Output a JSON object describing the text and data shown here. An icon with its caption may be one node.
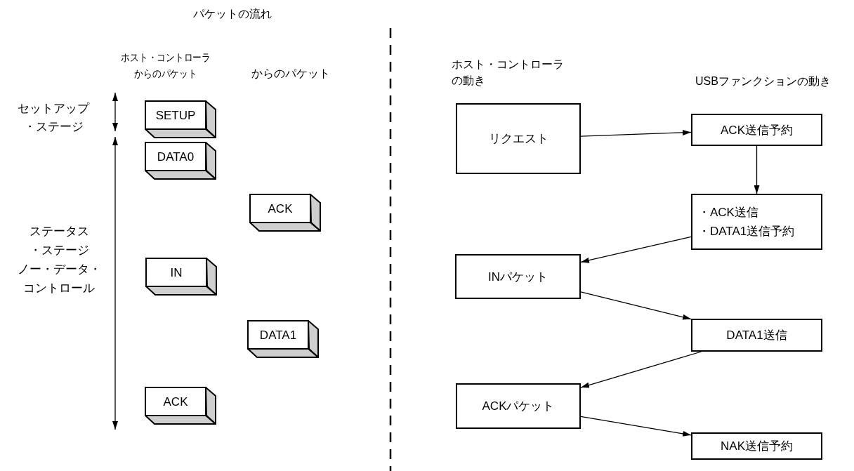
{
  "diagram": {
    "title": "パケットの流れ",
    "nodes": [
      {
        "text": [
          "SETUP"
        ]
      },
      {
        "text": [
          "DATA0"
        ]
      },
      {
        "text": [
          "ACK"
        ]
      },
      {
        "text": [
          "IN"
        ]
      },
      {
        "text": [
          "DATA1"
        ]
      },
      {
        "text": [
          "ACK"
        ]
      },
      {
        "text": [
          "リクエスト"
        ]
      },
      {
        "text": [
          "ACK送信予約"
        ]
      },
      {
        "text": [
          "・ACK送信",
          "・DATA1送信予約"
        ]
      },
      {
        "text": [
          "INパケット"
        ]
      },
      {
        "text": [
          "DATA1送信"
        ]
      },
      {
        "text": [
          "ACKパケット"
        ]
      },
      {
        "text": [
          "NAK送信予約"
        ]
      }
    ],
    "edges": [
      {
        "from": 6,
        "to": 7,
        "arrow": "to"
      },
      {
        "from": 7,
        "to": 8,
        "arrow": "to"
      },
      {
        "from": 8,
        "to": 9,
        "arrow": "to"
      },
      {
        "from": 9,
        "to": 10,
        "arrow": "to"
      },
      {
        "from": 10,
        "to": 11,
        "arrow": "to"
      },
      {
        "from": 11,
        "to": 12,
        "arrow": "to"
      }
    ],
    "labels": [
      "ホスト・コントローラからのパケット",
      "からのパケット",
      "ホスト・コントローラの動き",
      "USBファンクションの動き",
      "セットアップ・ステージ",
      "ステータス・ステージノー・データ・コントロール"
    ]
  }
}
